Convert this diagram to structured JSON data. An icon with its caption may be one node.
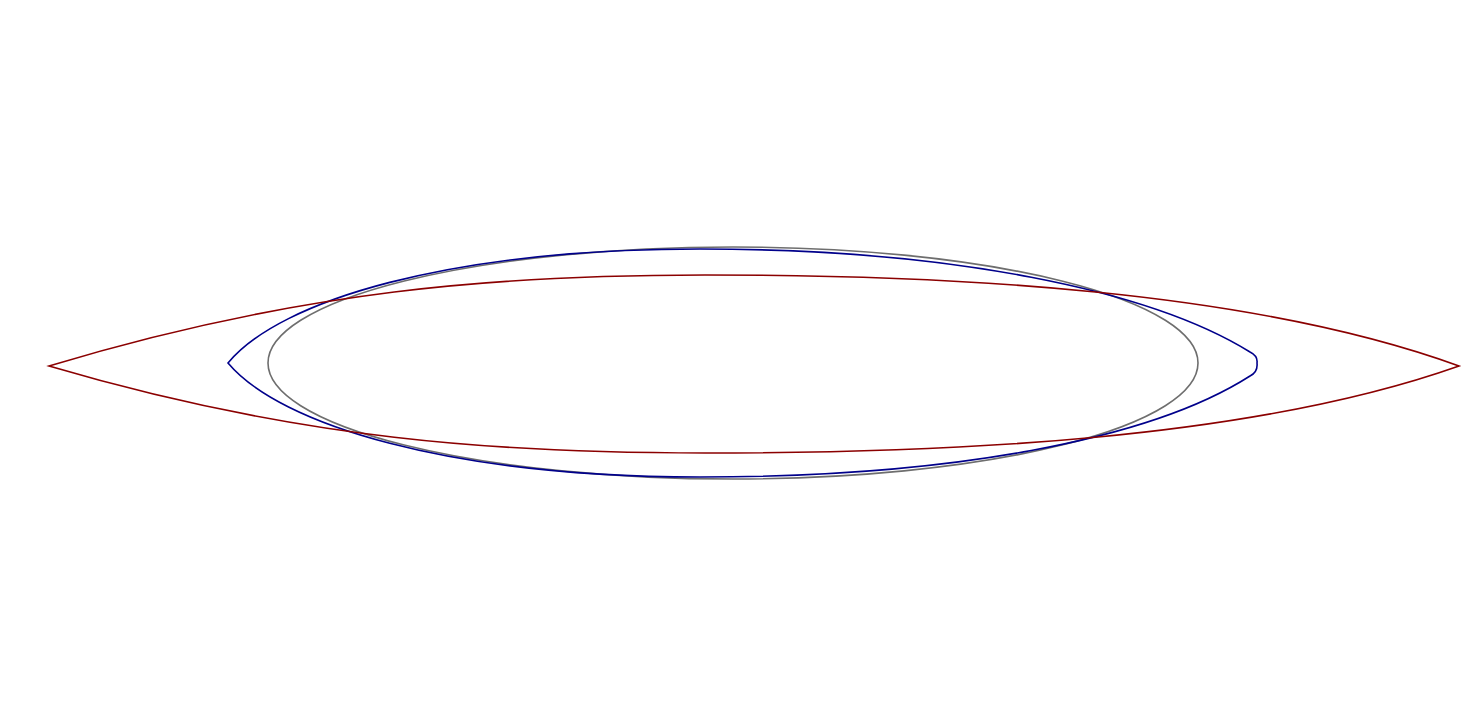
{
  "diagram": {
    "nodes": [
      {
        "text": [],
        "shape": "ellipse"
      },
      {
        "text": [],
        "shape": "oval"
      },
      {
        "text": [],
        "shape": "lens"
      }
    ]
  }
}
